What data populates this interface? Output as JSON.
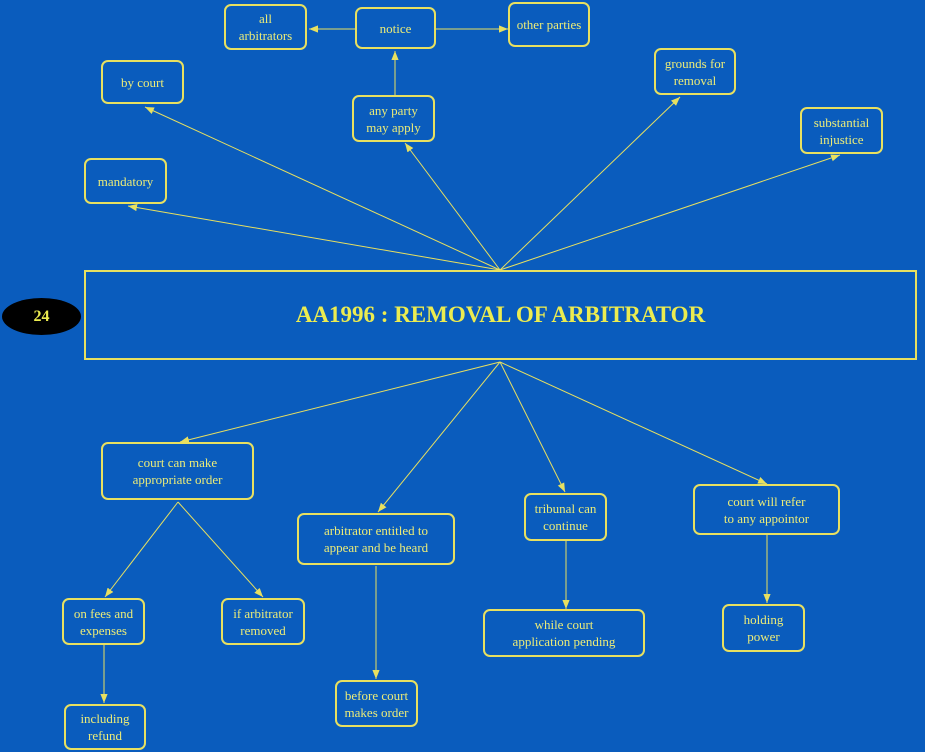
{
  "slide_number": "24",
  "title": "AA1996 : REMOVAL OF ARBITRATOR",
  "nodes": {
    "all_arbitrators": "all\narbitrators",
    "notice": "notice",
    "other_parties": "other parties",
    "by_court": "by court",
    "any_party": "any party\nmay apply",
    "grounds": "grounds for\nremoval",
    "substantial": "substantial\ninjustice",
    "mandatory": "mandatory",
    "court_order": "court can make\nappropriate order",
    "entitled": "arbitrator entitled to\nappear and be heard",
    "tribunal": "tribunal can\ncontinue",
    "refer": "court will refer\nto any appointor",
    "fees": "on fees and\nexpenses",
    "if_removed": "if arbitrator\nremoved",
    "before": "before court\nmakes order",
    "while": "while court\napplication pending",
    "holding": "holding\npower",
    "refund": "including\nrefund"
  },
  "colors": {
    "background": "#0a5cbd",
    "line": "#e8e060",
    "text": "#ecec78"
  }
}
